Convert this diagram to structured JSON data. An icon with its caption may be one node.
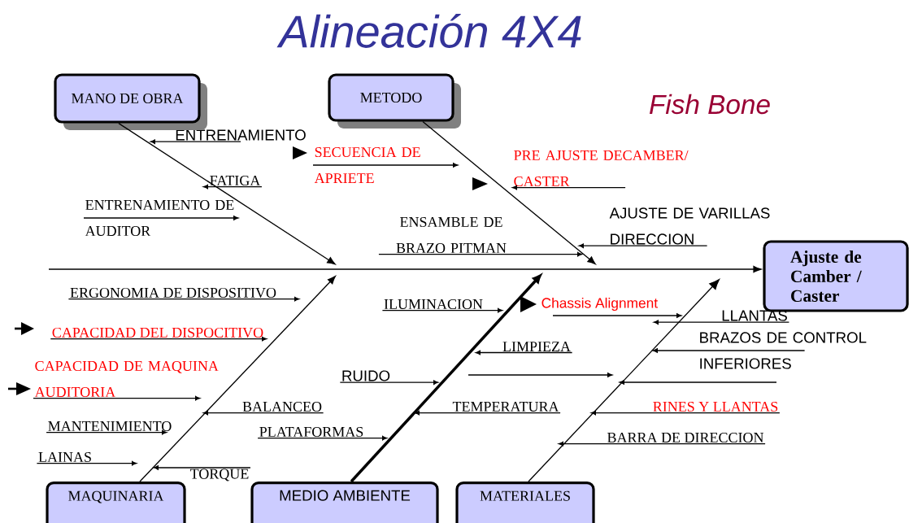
{
  "diagram": {
    "title": "Alineación 4X4",
    "nodes": [
      {
        "text": [
          "MANO DE OBRA"
        ]
      },
      {
        "text": [
          "METODO"
        ]
      },
      {
        "text": [
          "MAQUINARIA"
        ]
      },
      {
        "text": [
          "MEDIO AMBIENTE"
        ]
      },
      {
        "text": [
          "MATERIALES"
        ]
      },
      {
        "text": [
          "Ajuste de Camber / Caster"
        ]
      }
    ],
    "edges": [
      {
        "from": 0,
        "to": null,
        "arrow": "to"
      },
      {
        "from": 1,
        "to": null,
        "arrow": "to"
      },
      {
        "from": 2,
        "to": null,
        "arrow": "to"
      },
      {
        "from": 3,
        "to": null,
        "arrow": "to",
        "style": "thick"
      },
      {
        "from": 4,
        "to": null,
        "arrow": "to"
      },
      {
        "from": null,
        "to": 5,
        "arrow": "to"
      }
    ],
    "labels": [
      "Fish Bone",
      "Chassis Alignment",
      "ENTRENAMIENTO",
      "SECUENCIA DE APRIETE",
      "FATIGA",
      "ENTRENAMIENTO DE AUDITOR",
      "ENSAMBLE DE BRAZO PITMAN",
      "PRE AJUSTE DECAMBER/ CASTER",
      "AJUSTE DE VARILLAS DIRECCION",
      "ERGONOMIA DE DISPOSITIVO",
      "CAPACIDAD DEL DISPOCITIVO",
      "CAPACIDAD DE MAQUINA AUDITORIA",
      "ILUMINACION",
      "LIMPIEZA",
      "RUIDO",
      "BALANCEO",
      "TEMPERATURA",
      "MANTENIMIENTO",
      "PLATAFORMAS",
      "LAINAS",
      "TORQUE",
      "LLANTAS",
      "BRAZOS DE CONTROL INFERIORES",
      "RINES Y LLANTAS",
      "BARRA DE DIRECCION"
    ]
  }
}
